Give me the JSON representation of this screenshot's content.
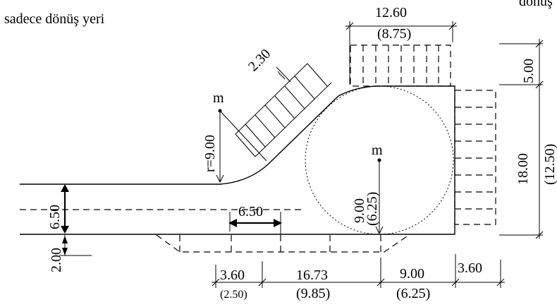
{
  "title": "sadece dönüş yeri",
  "corner_text": "dönüş",
  "labels": {
    "top_width": "12.60",
    "top_width_alt": "(8.75)",
    "stall_depth_top": "5.00",
    "right_height": "18.00",
    "right_height_alt": "(12.50)",
    "stall_angle_width": "2.30",
    "radius": "r=9.00",
    "center_left": "m",
    "center_circle": "m",
    "circle_radius": "9.00",
    "circle_radius_alt": "(6.25)",
    "lane_width": "6.50",
    "road_width_mid": "6.50",
    "bottom_stall": "2.00",
    "dim_1": "3.60",
    "dim_1_alt": "(2.50)",
    "dim_2": "16.73",
    "dim_2_alt": "(9.85)",
    "dim_3": "9.00",
    "dim_3_alt": "(6.25)",
    "dim_4": "3.60"
  }
}
